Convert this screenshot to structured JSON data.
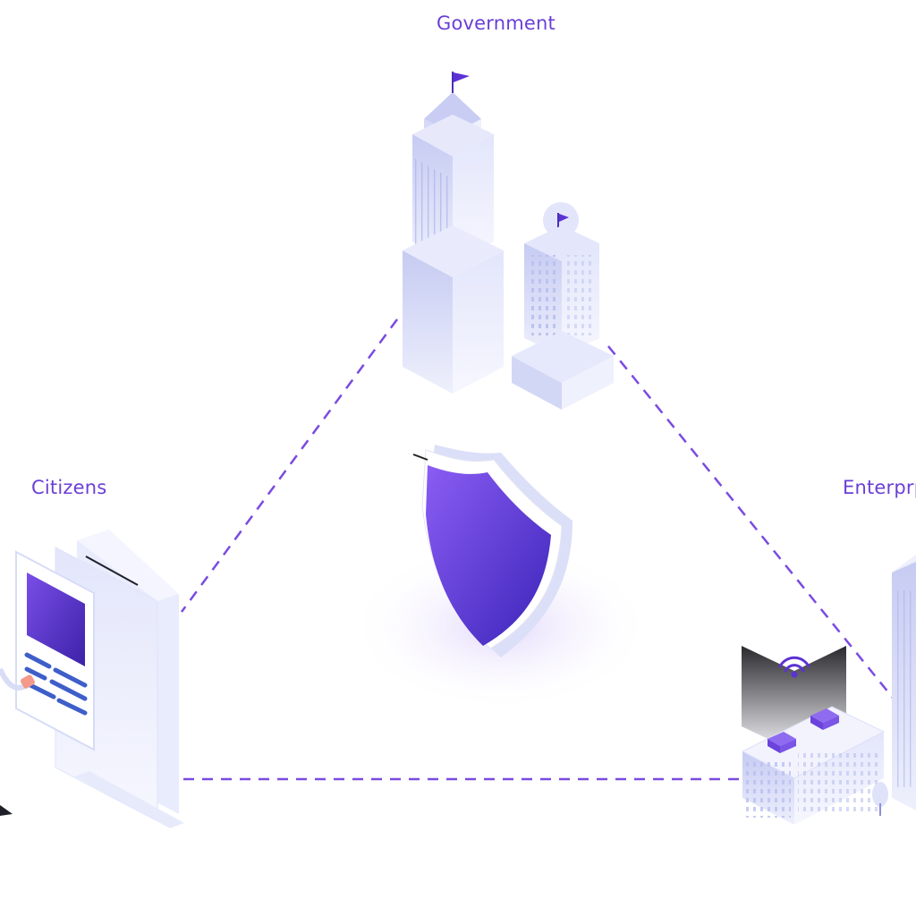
{
  "nodes": {
    "government": {
      "label": "Government",
      "icons": [
        "tower-building-icon",
        "flag-icon",
        "office-building-icon"
      ]
    },
    "citizens": {
      "label": "Citizens",
      "icons": [
        "tablet-device-icon",
        "document-icon",
        "person-icon"
      ]
    },
    "enterprise": {
      "label": "Enterprp"
    }
  },
  "center": {
    "icon": "shield-icon"
  },
  "enterprise_icons": [
    "wifi-signal-icon",
    "factory-building-icon",
    "tree-icon"
  ],
  "colors": {
    "label": "#6b3fd6",
    "dashed_line": "#7a4be0",
    "shield": "#5b32d4",
    "building": "#dfe2f8"
  }
}
